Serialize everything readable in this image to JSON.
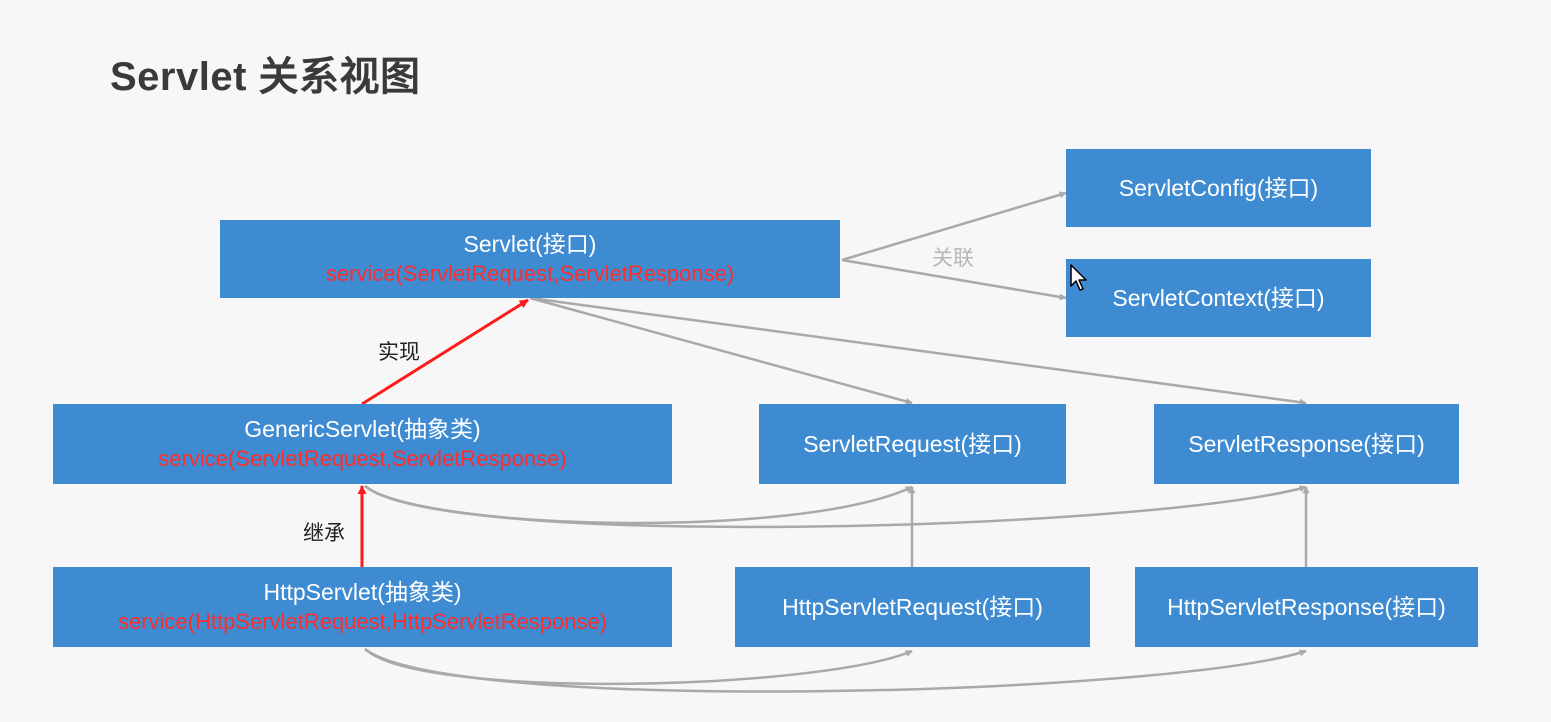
{
  "title": "Servlet 关系视图",
  "nodes": {
    "servlet": {
      "name": "Servlet(接口)",
      "method": "service(ServletRequest,ServletResponse)"
    },
    "servlet_config": {
      "name": "ServletConfig(接口)"
    },
    "servlet_context": {
      "name": "ServletContext(接口)"
    },
    "generic_servlet": {
      "name": "GenericServlet(抽象类)",
      "method": "service(ServletRequest,ServletResponse)"
    },
    "servlet_request": {
      "name": "ServletRequest(接口)"
    },
    "servlet_response": {
      "name": "ServletResponse(接口)"
    },
    "http_servlet": {
      "name": "HttpServlet(抽象类)",
      "method": "service(HttpServletRequest,HttpServletResponse)"
    },
    "http_servlet_request": {
      "name": "HttpServletRequest(接口)"
    },
    "http_servlet_response": {
      "name": "HttpServletResponse(接口)"
    }
  },
  "edge_labels": {
    "association": "关联",
    "implements": "实现",
    "extends": "继承"
  },
  "colors": {
    "box_fill": "#3f8bd1",
    "box_text": "#ffffff",
    "method_text": "#ff2d2d",
    "gray_arrow": "#a9a9a9",
    "red_arrow": "#ff1a1a"
  }
}
